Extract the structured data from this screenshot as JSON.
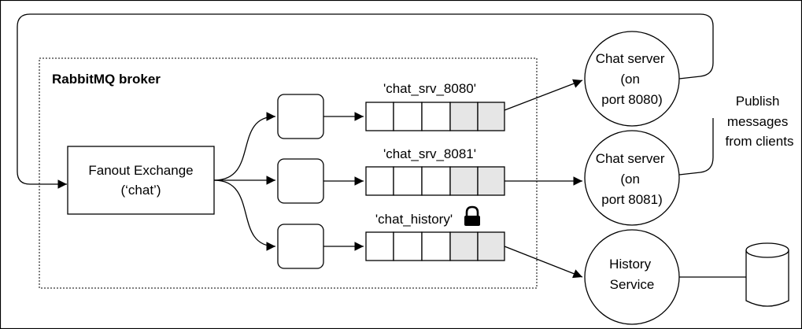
{
  "broker": {
    "title": "RabbitMQ broker"
  },
  "exchange": {
    "line1": "Fanout Exchange",
    "line2": "(‘chat’)"
  },
  "queues": [
    {
      "name": "'chat_srv_8080'"
    },
    {
      "name": "'chat_srv_8081'"
    },
    {
      "name": "'chat_history'",
      "icon": "lock-icon"
    }
  ],
  "servers": [
    {
      "lines": [
        "Chat server",
        "(on",
        "port 8080)"
      ]
    },
    {
      "lines": [
        "Chat server",
        "(on",
        "port 8081)"
      ]
    }
  ],
  "history_service": {
    "lines": [
      "History",
      "Service"
    ]
  },
  "publish_label": {
    "lines": [
      "Publish",
      "messages",
      "from clients"
    ]
  },
  "database": {
    "icon": "database-icon"
  },
  "colors": {
    "queue_filled_cell": "#e6e6e6",
    "line": "#000000"
  }
}
